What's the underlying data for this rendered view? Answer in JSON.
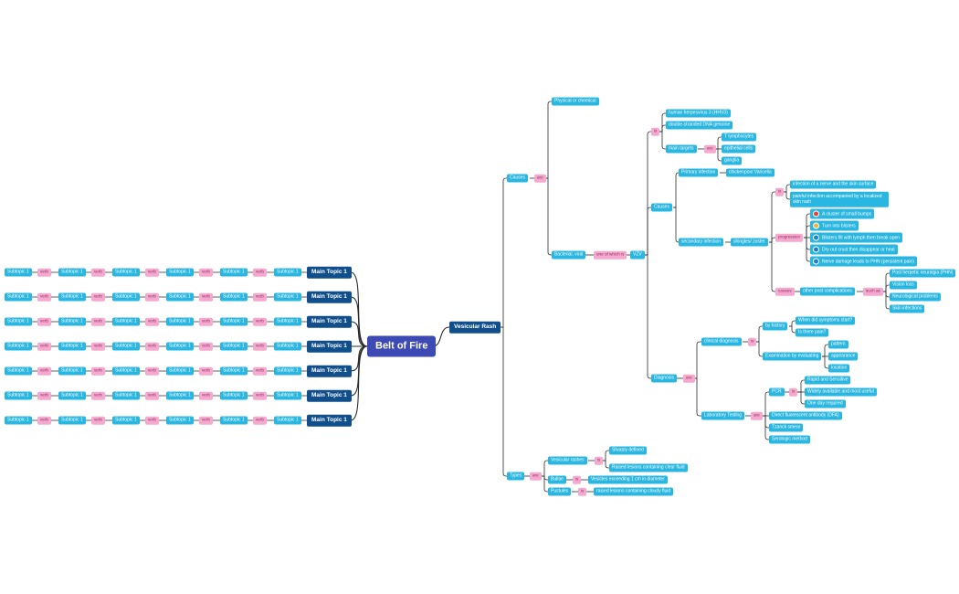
{
  "root": "Belt of Fire",
  "left": {
    "main_label": "Main Topic 1",
    "subtopic_label": "Subtopic 1",
    "verb_label": "verb",
    "rows": 7,
    "subtopics_per_row": 6
  },
  "right": {
    "vesicular_rash": "Vesicular Rash",
    "causes": "Causes",
    "causes_verb": "are",
    "physical": "Physical or chemical",
    "bacterial": "Bacterial, viral",
    "one_of_which": "one of which is",
    "vzv": "VZV",
    "is": "is",
    "hhv3": "human herpesvirus 3 (HHV3)",
    "dsdna": "double-stranded DNA genome",
    "main_targets": "main targets",
    "main_targets_verb": "are",
    "t_lymph": "T lymphocytes",
    "epithelial": "epithelial cells",
    "ganglia": "ganglia",
    "causes2": "Causes",
    "primary_infection": "Primary infection",
    "chickenpox": "chickenpox/ Varicella",
    "secondary_infection": "secondary infection",
    "shingles": "shingles/ zoster",
    "is2": "is",
    "inf_nerve": "infection of a nerve and the skin surface",
    "painful_inf": "painful infection accompanied by a localized skin rash",
    "progression": "progression",
    "prog_steps": [
      {
        "text": "A cluster of small bumps",
        "icon": "1",
        "color": "#e0463c"
      },
      {
        "text": "Turn into blisters",
        "icon": "2",
        "color": "#f2b632"
      },
      {
        "text": "Blisters fill with lymph then break open",
        "icon": "3",
        "color": "#1c7fd6"
      },
      {
        "text": "Dry out crust then disappear or heal",
        "icon": "4",
        "color": "#1c7fd6"
      },
      {
        "text": "Nerve damage leads to PHN (persistent pain)",
        "icon": "5",
        "color": "#1c7fd6"
      }
    ],
    "causes3": "causes",
    "other_complications": "other post complications",
    "such_as": "such as",
    "complications": [
      "Post herpetic neuralgia (PHN)",
      "Vision loss",
      "Neurological problems",
      "Skin infections"
    ],
    "diagnosis": "Diagnosis",
    "diagnosis_verb": "are",
    "clinical": "clinical diagnosis",
    "clinical_verb": "is",
    "by_history": "by history",
    "when_start": "When did symptoms start?",
    "pain": "Is there pain?",
    "exam": "Examination by evaluating",
    "pattern": "pattern",
    "appearance": "appearance",
    "location": "location",
    "lab": "Laboratory Testing",
    "lab_verb": "are",
    "pcr": "PCR",
    "pcr_verb": "is",
    "rapid": "Rapid and Sensitive",
    "widely": "Widely available and most useful",
    "one_day": "One day required",
    "dfa": "Direct fluorescent antibody (DFA)",
    "tzanck": "Tzanck smear",
    "serologic": "Serologic method",
    "types": "Types",
    "types_verb": "are",
    "vesicular_rashes": "Vesicular rashes",
    "vr_verb": "is",
    "sharply": "Sharply defined",
    "raised_clear": "Raised lesions containing clear fluid",
    "bullae": "Bullae",
    "bullae_verb": "is",
    "vesicles_exceed": "Vesicles exceeding 1 cm in diameter",
    "pustules": "Pustules",
    "pustules_verb": "is",
    "raised_cloudy": "raised lesions containing cloudy fluid"
  }
}
